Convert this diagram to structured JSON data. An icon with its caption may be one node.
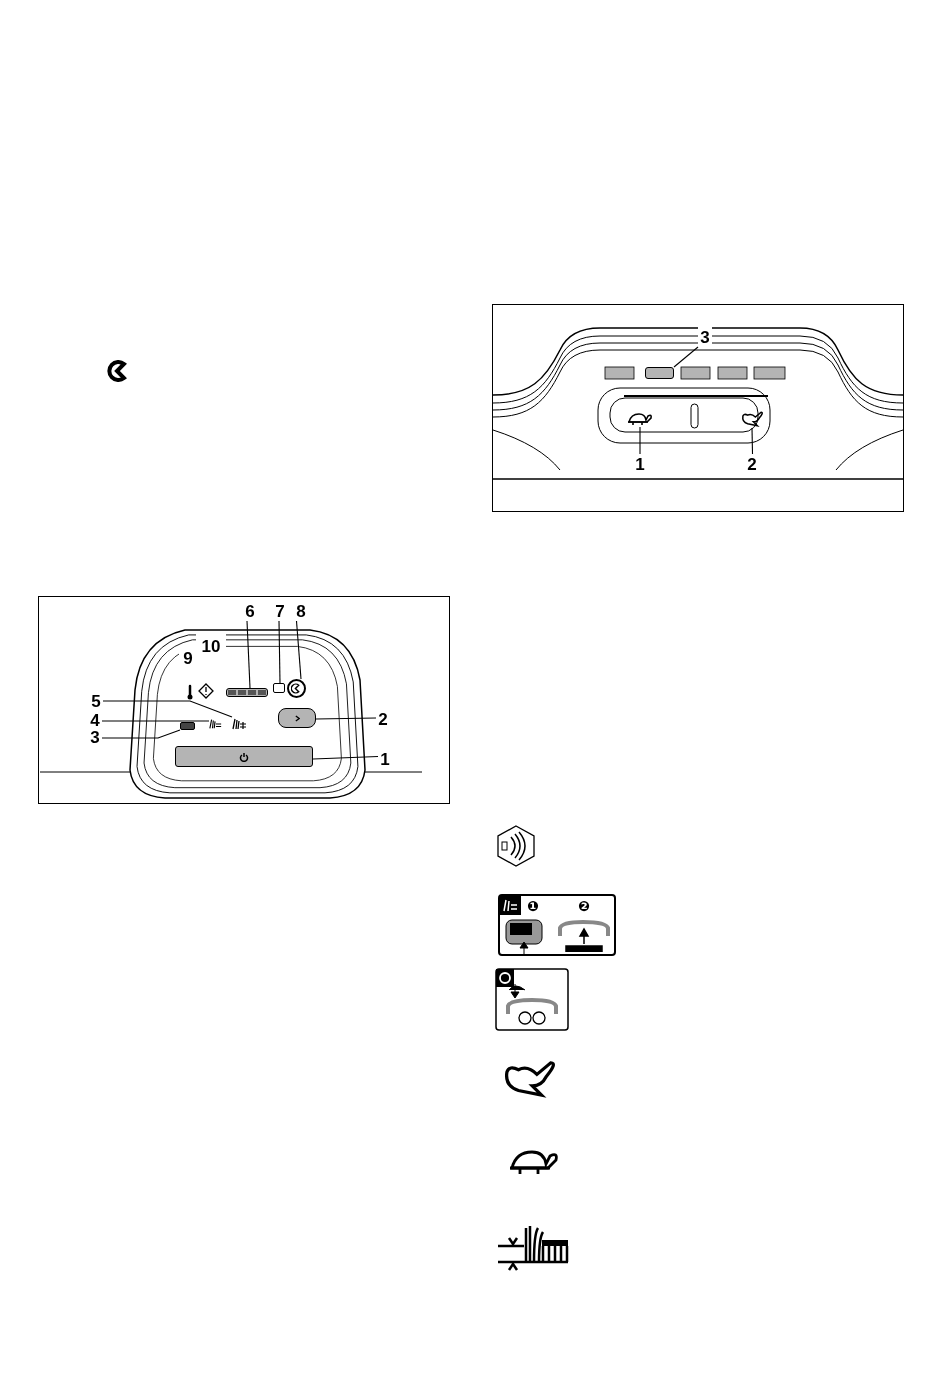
{
  "diagram": {
    "nodes": [
      {
        "text": [
          "1"
        ]
      },
      {
        "text": [],
        "shape": "bar"
      },
      {
        "text": [
          "2"
        ]
      },
      {
        "text": [],
        "shape": "box"
      },
      {
        "text": [
          "3"
        ]
      },
      {
        "text": [],
        "shape": "box"
      },
      {
        "text": [
          "4"
        ]
      },
      {
        "text": [],
        "shape": "picture"
      },
      {
        "text": [
          "5"
        ]
      },
      {
        "text": [],
        "shape": "picture"
      },
      {
        "text": [
          "6"
        ]
      },
      {
        "text": [],
        "shape": "bar"
      },
      {
        "text": [
          "7"
        ]
      },
      {
        "text": [],
        "shape": "box"
      },
      {
        "text": [
          "8"
        ]
      },
      {
        "text": [],
        "shape": "circle"
      },
      {
        "text": [
          "3"
        ]
      },
      {
        "text": [],
        "shape": "bar"
      },
      {
        "text": [
          "1"
        ]
      },
      {
        "text": [],
        "shape": "picture"
      },
      {
        "text": [
          "2"
        ]
      },
      {
        "text": [],
        "shape": "picture"
      }
    ],
    "edges": [
      {
        "from": 0,
        "to": 1,
        "arrow": "none"
      },
      {
        "from": 2,
        "to": 3,
        "arrow": "none"
      },
      {
        "from": 4,
        "to": 5,
        "arrow": "none"
      },
      {
        "from": 6,
        "to": 7,
        "arrow": "none"
      },
      {
        "from": 8,
        "to": 9,
        "arrow": "none"
      },
      {
        "from": 10,
        "to": 11,
        "arrow": "none"
      },
      {
        "from": 12,
        "to": 13,
        "arrow": "none"
      },
      {
        "from": 14,
        "to": 15,
        "arrow": "none"
      },
      {
        "from": 16,
        "to": 17,
        "arrow": "none"
      },
      {
        "from": 18,
        "to": 19,
        "arrow": "none"
      },
      {
        "from": 20,
        "to": 21,
        "arrow": "none"
      }
    ],
    "labels": [
      "9",
      "10",
      "❶",
      "❷"
    ]
  }
}
